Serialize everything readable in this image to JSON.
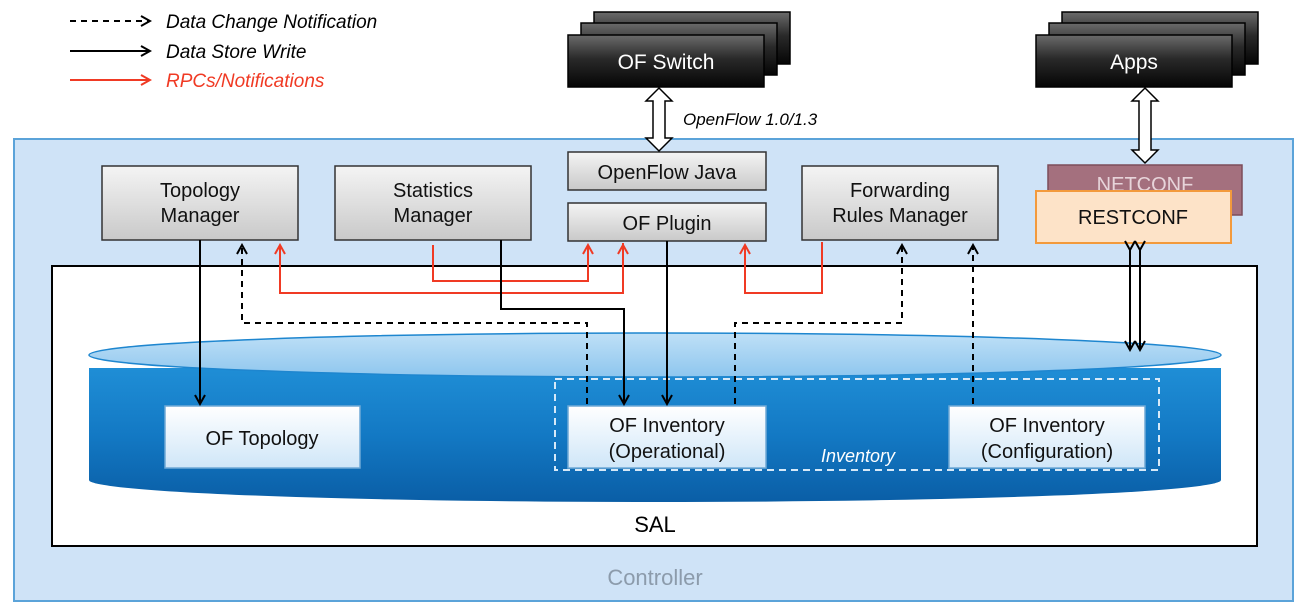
{
  "legend": {
    "dashed_label": "Data Change Notification",
    "solid_label": "Data Store Write",
    "red_label": "RPCs/Notifications"
  },
  "nodes": {
    "of_switch": "OF Switch",
    "apps": "Apps",
    "openflow_version": "OpenFlow 1.0/1.3",
    "openflow_java": "OpenFlow Java",
    "of_plugin": "OF Plugin",
    "topology_manager": [
      "Topology",
      "Manager"
    ],
    "statistics_manager": [
      "Statistics",
      "Manager"
    ],
    "forwarding_rules_manager": [
      "Forwarding",
      "Rules Manager"
    ],
    "netconf": "NETCONF",
    "restconf": "RESTCONF",
    "of_topology": "OF Topology",
    "of_inventory_operational": [
      "OF Inventory",
      "(Operational)"
    ],
    "of_inventory_configuration": [
      "OF Inventory",
      "(Configuration)"
    ],
    "inventory": "Inventory",
    "sal": "SAL",
    "controller": "Controller"
  },
  "colors": {
    "controller_fill": "#cfe3f7",
    "controller_border": "#5ba3d9",
    "rpc_arrow": "#f03a24",
    "dark_box": "#222222",
    "restconf_fill": "#fde3c8",
    "restconf_border": "#f39a3c",
    "netconf_fill": "#a4707e"
  }
}
